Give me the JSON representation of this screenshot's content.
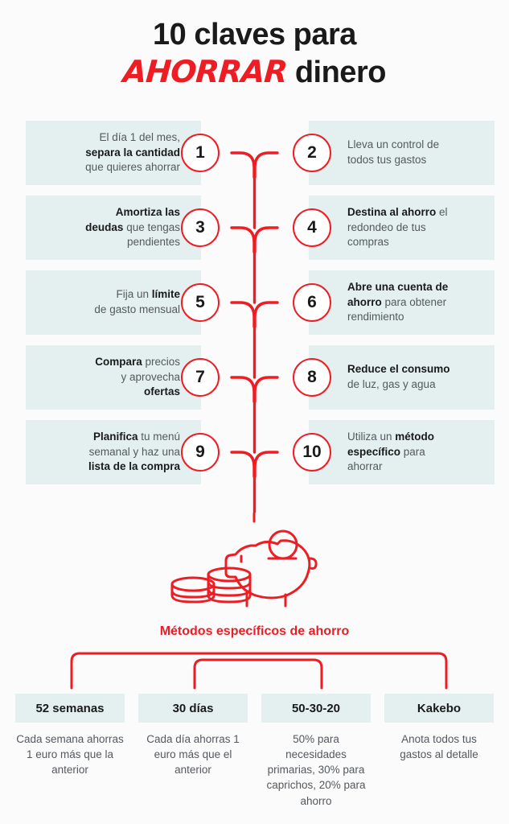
{
  "title": {
    "line1": "10 claves para",
    "highlight": "AHORRAR",
    "line2_tail": " dinero"
  },
  "colors": {
    "accent_red": "#ee1d23",
    "box_bg": "#e3f0ef",
    "page_bg": "#fbfbfb",
    "body_text": "#54595f",
    "heading_text": "#1a1a1a"
  },
  "steps": [
    {
      "number": "1",
      "side": "left",
      "text_html": "El día 1 del mes,<br><b>separa la cantidad</b><br>que quieres ahorrar",
      "text_plain": "El día 1 del mes, separa la cantidad que quieres ahorrar"
    },
    {
      "number": "2",
      "side": "right",
      "text_html": "Lleva un control de<br>todos tus gastos",
      "text_plain": "Lleva un control de todos tus gastos"
    },
    {
      "number": "3",
      "side": "left",
      "text_html": "<b>Amortiza las<br>deudas</b> que tengas<br>pendientes",
      "text_plain": "Amortiza las deudas que tengas pendientes"
    },
    {
      "number": "4",
      "side": "right",
      "text_html": "<b>Destina al ahorro</b> el<br>redondeo de tus<br>compras",
      "text_plain": "Destina al ahorro el redondeo de tus compras"
    },
    {
      "number": "5",
      "side": "left",
      "text_html": "Fija un <b>límite</b><br>de gasto mensual",
      "text_plain": "Fija un límite de gasto mensual"
    },
    {
      "number": "6",
      "side": "right",
      "text_html": "<b>Abre una cuenta de<br>ahorro</b> para obtener<br>rendimiento",
      "text_plain": "Abre una cuenta de ahorro para obtener rendimiento"
    },
    {
      "number": "7",
      "side": "left",
      "text_html": "<b>Compara</b> precios<br>y aprovecha<br><b>ofertas</b>",
      "text_plain": "Compara precios y aprovecha ofertas"
    },
    {
      "number": "8",
      "side": "right",
      "text_html": "<b>Reduce el consumo</b><br>de luz, gas y agua",
      "text_plain": "Reduce el consumo de luz, gas y agua"
    },
    {
      "number": "9",
      "side": "left",
      "text_html": "<b>Planifica</b> tu menú<br>semanal y haz una<br><b>lista de la compra</b>",
      "text_plain": "Planifica tu menú semanal y haz una lista de la compra"
    },
    {
      "number": "10",
      "side": "right",
      "text_html": "Utiliza un <b>método<br>específico</b> para<br>ahorrar",
      "text_plain": "Utiliza un método específico para ahorrar"
    }
  ],
  "illustration": {
    "name": "piggy-bank-with-coins"
  },
  "methods_section": {
    "title": "Métodos específicos de ahorro",
    "cards": [
      {
        "name": "52 semanas",
        "description": "Cada semana ahorras 1 euro más que la anterior"
      },
      {
        "name": "30 días",
        "description": "Cada día ahorras 1 euro más que el anterior"
      },
      {
        "name": "50-30-20",
        "description": "50% para necesidades primarias, 30% para caprichos, 20% para ahorro"
      },
      {
        "name": "Kakebo",
        "description": "Anota todos tus gastos al detalle"
      }
    ]
  }
}
